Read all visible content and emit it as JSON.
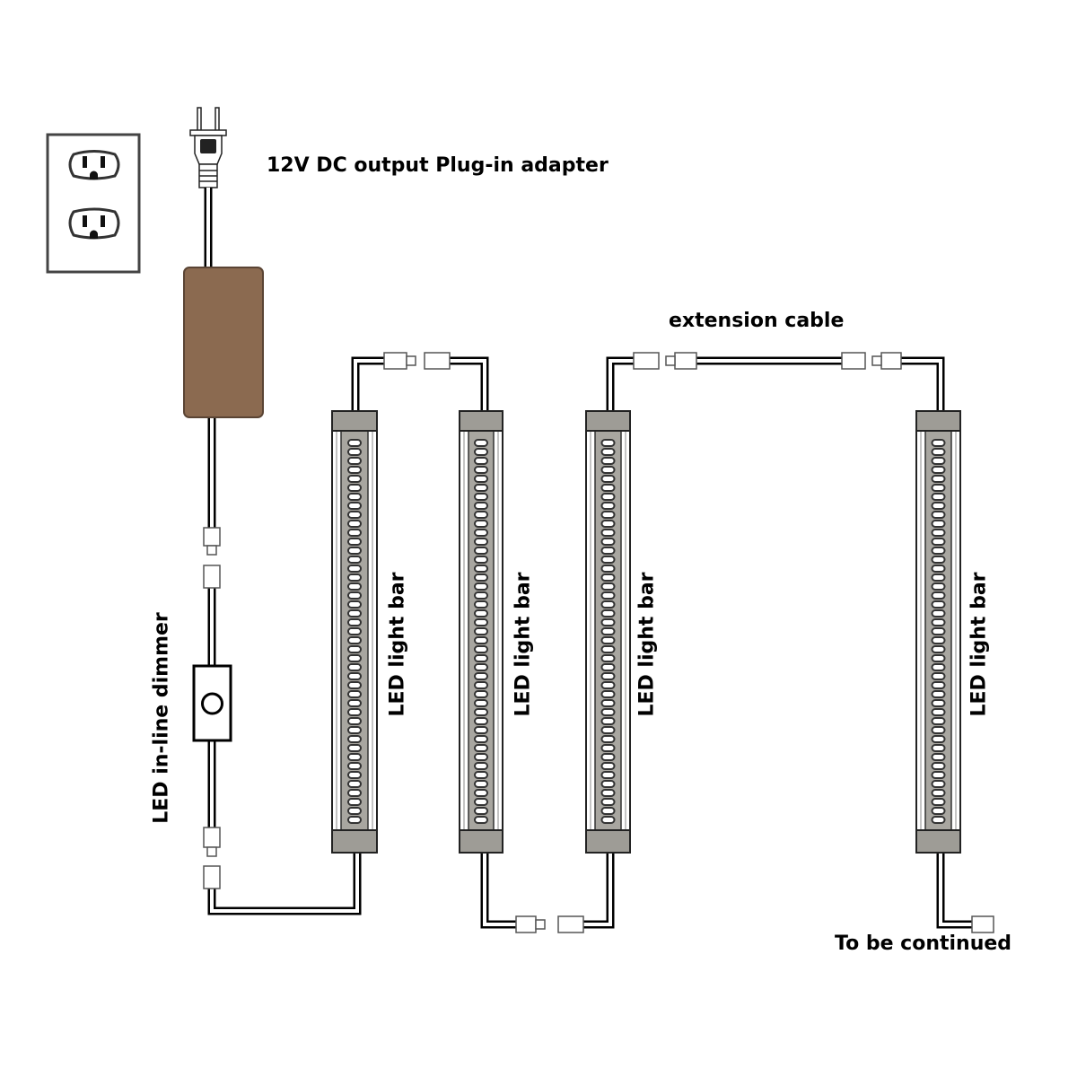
{
  "labels": {
    "adapter": "12V DC output Plug-in adapter",
    "extension": "extension cable",
    "dimmer": "LED in-line dimmer",
    "bar": "LED light bar",
    "continued": "To be continued"
  },
  "colors": {
    "adapter": "#8b6a50",
    "bar_cap": "#9e9c96",
    "bar_strip": "#a8a6a0",
    "wire": "#000000"
  }
}
